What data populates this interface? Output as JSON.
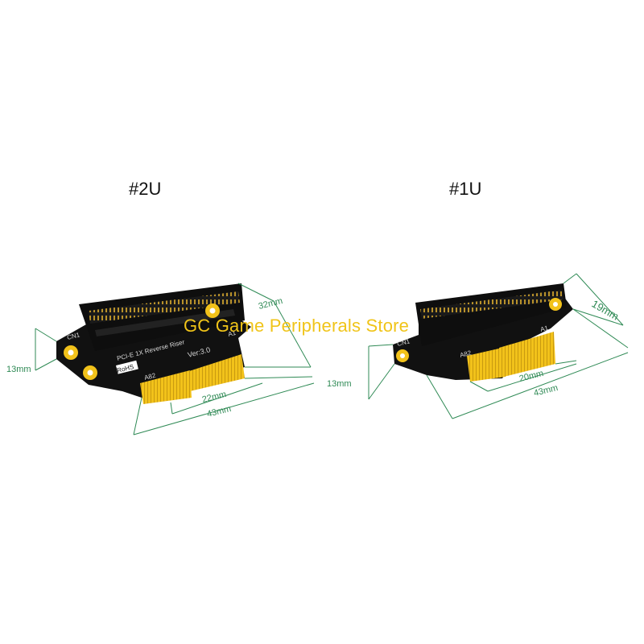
{
  "labels": {
    "left": "#2U",
    "right": "#1U"
  },
  "watermark": "GC Game Peripherals Store",
  "left_board": {
    "dims": {
      "width": "43mm",
      "finger": "22mm",
      "depth": "32mm",
      "height": "13mm"
    },
    "silkscreen": {
      "name": "PCI-E 1X Reverse Riser",
      "version": "Ver:3.0",
      "rohs": "RoHS",
      "cn": "CN1",
      "a1": "A1",
      "a82": "A82"
    }
  },
  "right_board": {
    "dims": {
      "width": "43mm",
      "finger": "20mm",
      "depth": "19mm",
      "height": "13mm"
    },
    "silkscreen": {
      "cn": "CN1",
      "a1": "A1",
      "a82": "A82"
    }
  },
  "colors": {
    "dimension": "#2f8a55",
    "pcb": "#111111",
    "gold": "#f2c21a",
    "watermark": "#f0c419"
  }
}
